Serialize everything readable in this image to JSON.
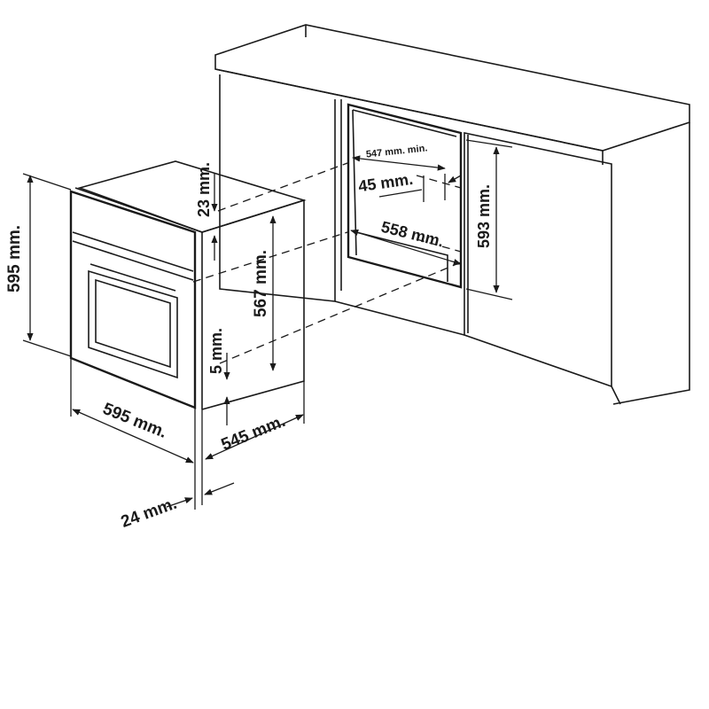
{
  "dimensions": {
    "oven_height": "595 mm.",
    "oven_width": "595 mm.",
    "oven_depth": "545 mm.",
    "front_panel_depth": "24 mm.",
    "top_gap": "23 mm.",
    "body_height": "567 mm.",
    "bottom_gap": "5 mm.",
    "niche_min_width": "547 mm. min.",
    "niche_side_offset": "45 mm.",
    "niche_depth": "558 mm.",
    "niche_height": "593 mm."
  }
}
